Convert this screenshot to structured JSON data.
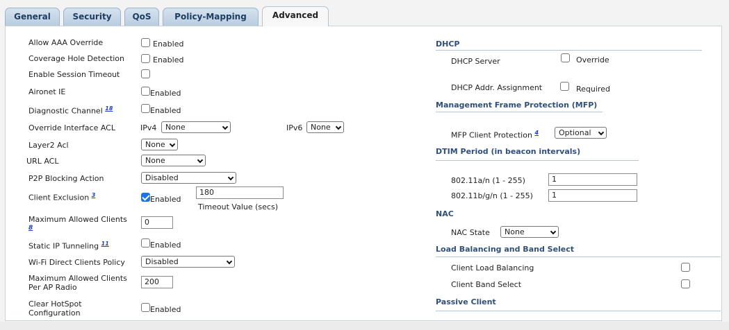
{
  "tabs": [
    "General",
    "Security",
    "QoS",
    "Policy-Mapping",
    "Advanced"
  ],
  "left": {
    "allow_aaa_override": {
      "label": "Allow AAA Override",
      "checkbox": "Enabled",
      "checked": false
    },
    "coverage_hole_detection": {
      "label": "Coverage Hole Detection",
      "checkbox": "Enabled",
      "checked": false
    },
    "enable_session_timeout": {
      "label": "Enable Session Timeout",
      "checked": false
    },
    "aironet_ie": {
      "label": "Aironet IE",
      "checkbox": "Enabled",
      "checked": false
    },
    "diagnostic_channel": {
      "label": "Diagnostic Channel",
      "footnote": "18",
      "checkbox": "Enabled",
      "checked": false
    },
    "override_interface_acl": {
      "label": "Override Interface ACL",
      "ipv4_label": "IPv4",
      "ipv4_value": "None",
      "ipv6_label": "IPv6",
      "ipv6_value": "None"
    },
    "layer2_acl": {
      "label": "Layer2 Acl",
      "value": "None"
    },
    "url_acl": {
      "label": "URL ACL",
      "value": "None"
    },
    "p2p_blocking_action": {
      "label": "P2P Blocking Action",
      "value": "Disabled"
    },
    "client_exclusion": {
      "label": "Client Exclusion",
      "footnote": "3",
      "checkbox": "Enabled",
      "checked": true,
      "timeout_value": "180",
      "timeout_label": "Timeout Value (secs)"
    },
    "maximum_allowed_clients": {
      "label": "Maximum Allowed Clients",
      "footnote": "8",
      "value": "0"
    },
    "static_ip_tunneling": {
      "label": "Static IP Tunneling",
      "footnote": "11",
      "checkbox": "Enabled",
      "checked": false
    },
    "wifi_direct_clients_policy": {
      "label": "Wi-Fi Direct Clients Policy",
      "value": "Disabled"
    },
    "max_clients_per_ap_radio": {
      "label_line1": "Maximum Allowed Clients",
      "label_line2": "Per AP Radio",
      "value": "200"
    },
    "clear_hotspot_configuration": {
      "label_line1": "Clear HotSpot",
      "label_line2": "Configuration",
      "checkbox": "Enabled",
      "checked": false
    }
  },
  "right": {
    "dhcp": {
      "header": "DHCP",
      "server_label": "DHCP Server",
      "server_checkbox": "Override",
      "server_checked": false,
      "addr_label": "DHCP Addr. Assignment",
      "addr_checkbox": "Required",
      "addr_checked": false
    },
    "mfp": {
      "header": "Management Frame Protection (MFP)",
      "label": "MFP Client Protection",
      "footnote": "4",
      "value": "Optional"
    },
    "dtim": {
      "header": "DTIM Period (in beacon intervals)",
      "a_label": "802.11a/n (1 - 255)",
      "a_value": "1",
      "b_label": "802.11b/g/n (1 - 255)",
      "b_value": "1"
    },
    "nac": {
      "header": "NAC",
      "label": "NAC State",
      "value": "None"
    },
    "load_balancing": {
      "header": "Load Balancing and Band Select",
      "clb_label": "Client Load Balancing",
      "cbs_label": "Client Band Select"
    },
    "passive_client": {
      "header": "Passive Client"
    }
  }
}
